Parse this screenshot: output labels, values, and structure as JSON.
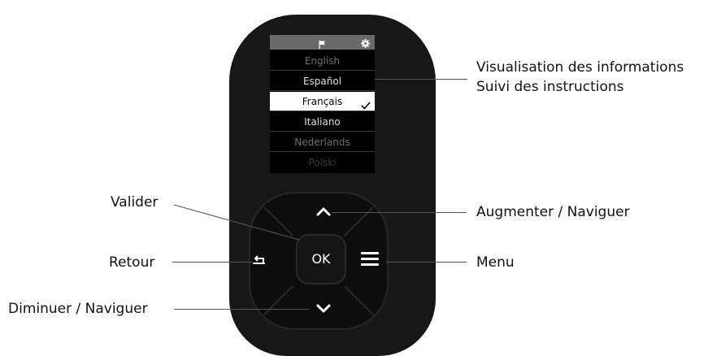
{
  "screen": {
    "languages": [
      {
        "label": "English",
        "state": "dim"
      },
      {
        "label": "Español",
        "state": "normal"
      },
      {
        "label": "Français",
        "state": "selected"
      },
      {
        "label": "Italiano",
        "state": "normal"
      },
      {
        "label": "Nederlands",
        "state": "dim"
      },
      {
        "label": "Polski",
        "state": "faded"
      }
    ]
  },
  "buttons": {
    "ok_label": "OK"
  },
  "callouts": {
    "display_line1": "Visualisation des informations",
    "display_line2": "Suivi des instructions",
    "validate": "Valider",
    "back": "Retour",
    "decrease_navigate": "Diminuer / Naviguer",
    "increase_navigate": "Augmenter / Naviguer",
    "menu": "Menu"
  },
  "colors": {
    "device_body": "#171717",
    "keypad": "#0d0d0d",
    "screen_topbar": "#6a6a6a",
    "selected_row_bg": "#ffffff"
  }
}
